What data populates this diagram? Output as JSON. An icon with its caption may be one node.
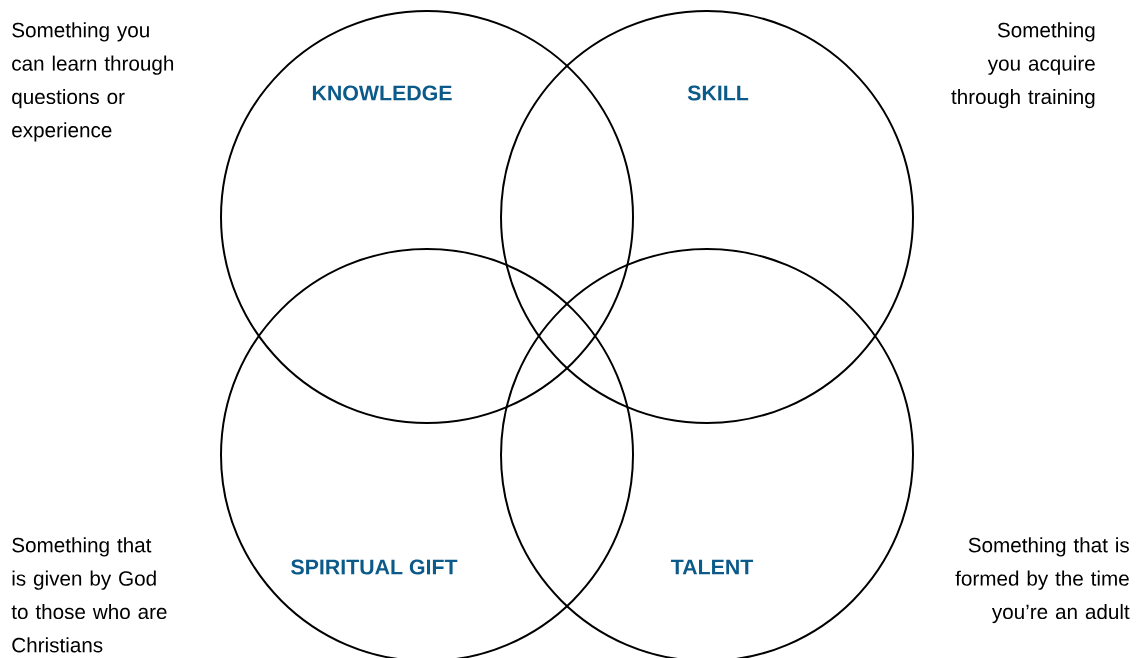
{
  "diagram": {
    "nodes": [
      {
        "text": [
          "KNOWLEDGE"
        ],
        "beside": [
          "Something you can learn through questions or experience"
        ]
      },
      {
        "text": [
          "SKILL"
        ],
        "beside": [
          "Something you acquire through training"
        ]
      },
      {
        "text": [
          "SPIRITUAL GIFT"
        ],
        "beside": [
          "Something that is given by God to those who are Christians"
        ]
      },
      {
        "text": [
          "TALENT"
        ],
        "beside": [
          "Something that is formed by the time you’re an adult"
        ]
      }
    ]
  }
}
